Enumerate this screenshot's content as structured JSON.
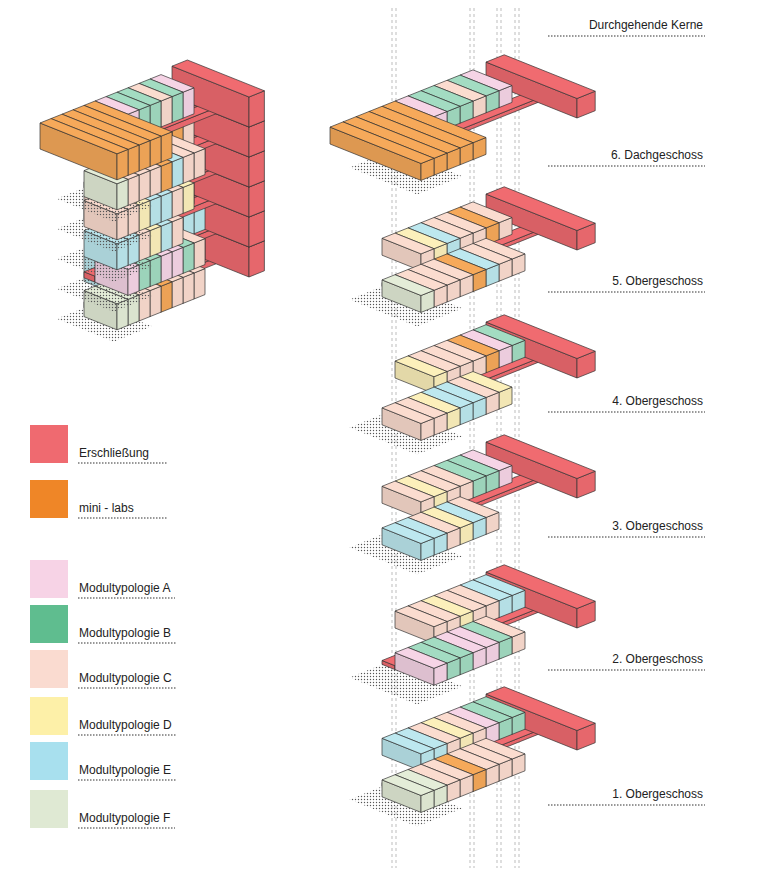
{
  "diagram": {
    "labels": [
      "Durchgehende Kerne",
      "6. Dachgeschoss",
      "5. Obergeschoss",
      "4. Obergeschoss",
      "3. Obergeschoss",
      "2. Obergeschoss",
      "1. Obergeschoss"
    ],
    "legend": [
      {
        "text": "Erschließung",
        "color": "#ef6a70"
      },
      {
        "text": "mini - labs",
        "color": "#ef8627"
      },
      {
        "text": "Modultypologie A",
        "color": "#f7d3e6"
      },
      {
        "text": "Modultypologie B",
        "color": "#5fbd8f"
      },
      {
        "text": "Modultypologie C",
        "color": "#fadbd0"
      },
      {
        "text": "Modultypologie D",
        "color": "#fdf0a8"
      },
      {
        "text": "Modultypologie E",
        "color": "#a8e0ee"
      },
      {
        "text": "Modultypologie F",
        "color": "#dfe9d3"
      }
    ]
  }
}
